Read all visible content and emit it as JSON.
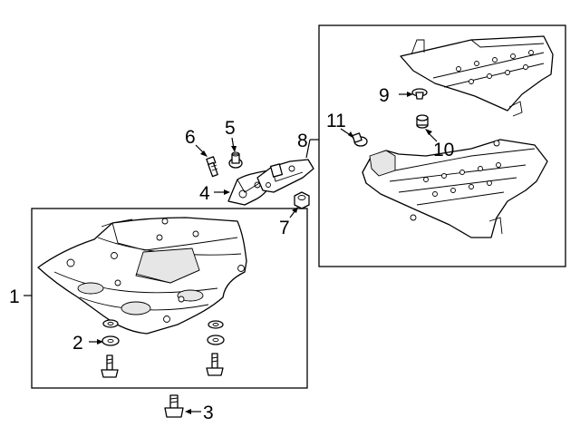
{
  "callouts": {
    "c1": "1",
    "c2": "2",
    "c3": "3",
    "c4": "4",
    "c5": "5",
    "c6": "6",
    "c7": "7",
    "c8": "8",
    "c9": "9",
    "c10": "10",
    "c11": "11"
  },
  "colors": {
    "line": "#000000",
    "background": "#ffffff",
    "shading": "#e6e6e6"
  }
}
